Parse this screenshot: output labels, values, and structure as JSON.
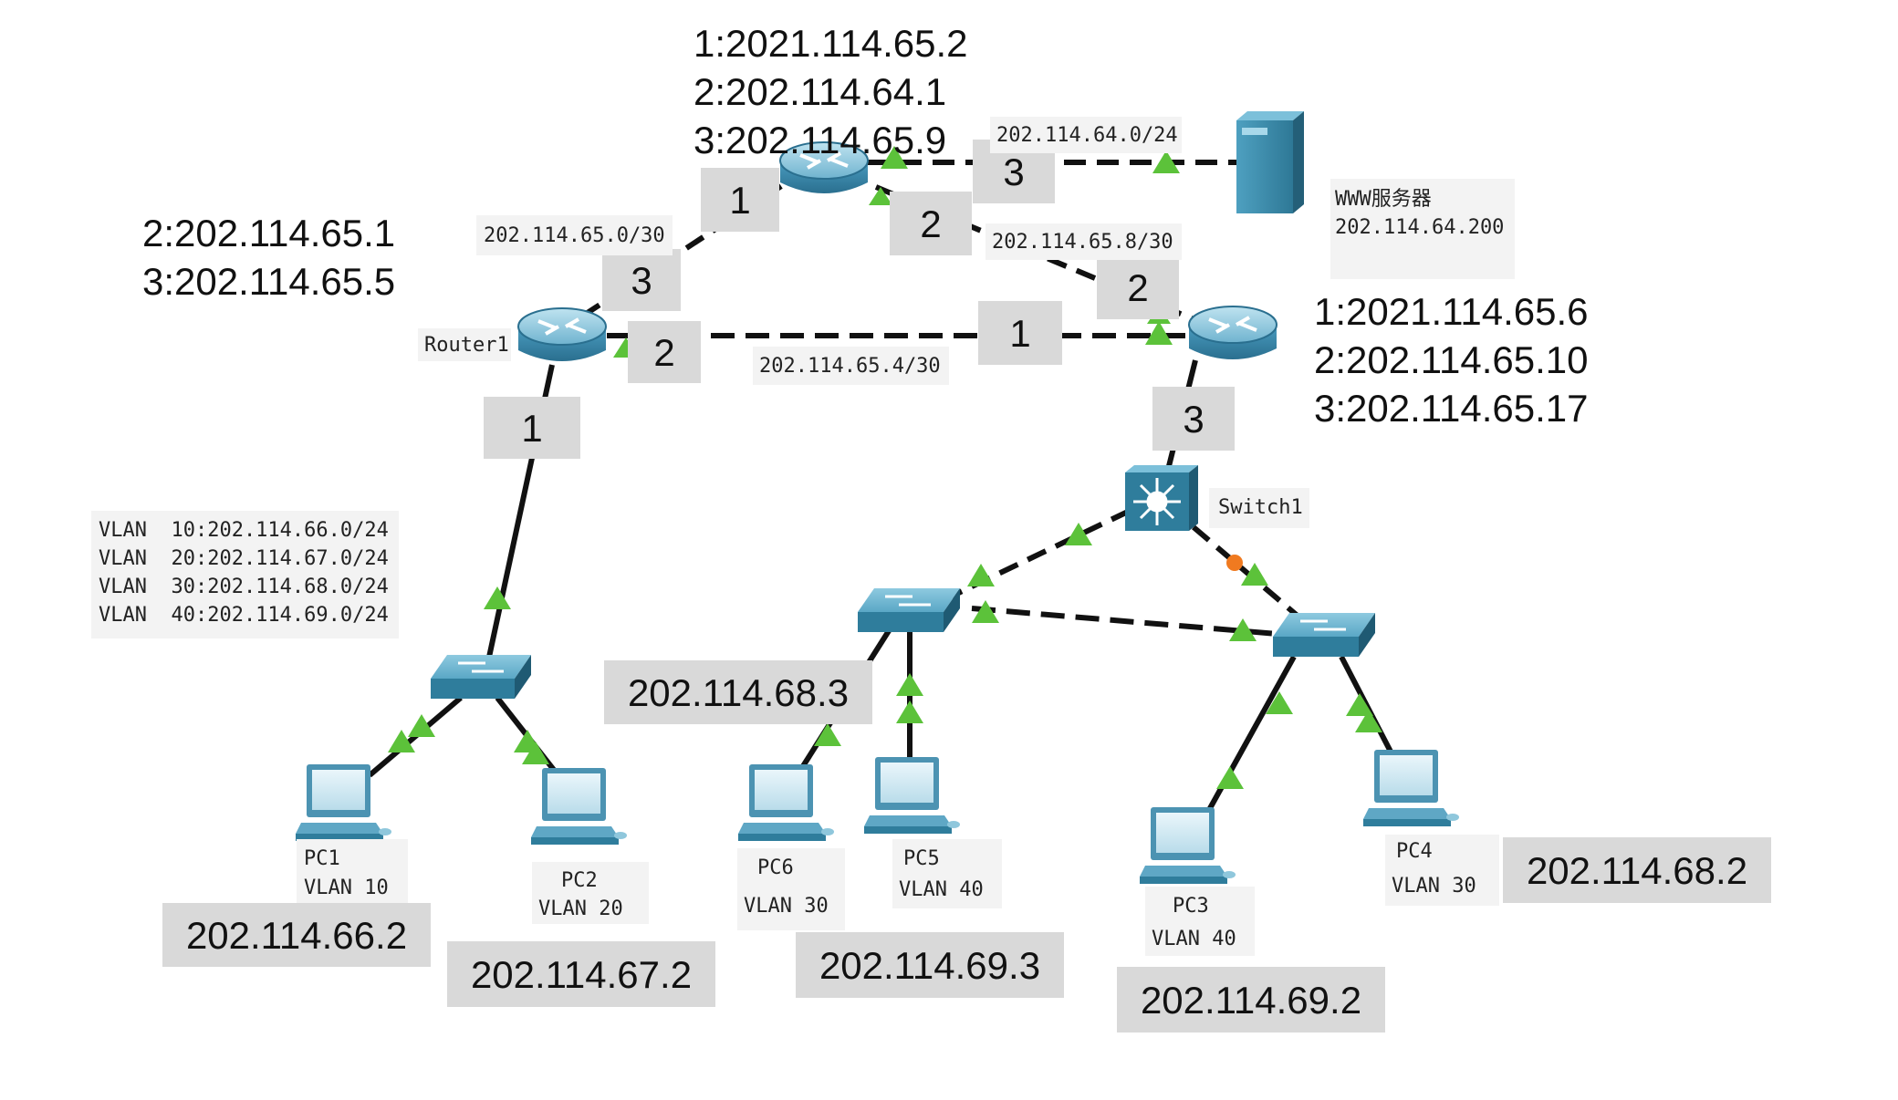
{
  "router_top": {
    "ifaces": [
      "1:2021.114.65.2",
      "2:202.114.64.1",
      "3:202.114.65.9"
    ]
  },
  "router1": {
    "name": "Router1",
    "ifaces": [
      "2:202.114.65.1",
      "3:202.114.65.5"
    ]
  },
  "router_right": {
    "ifaces": [
      "1:2021.114.65.6",
      "2:202.114.65.10",
      "3:202.114.65.17"
    ]
  },
  "switch1": {
    "name": "Switch1"
  },
  "www_server": {
    "name": "WWW服务器",
    "ip": "202.114.64.200"
  },
  "networks": {
    "top_left": "202.114.65.0/30",
    "top_right": "202.114.64.0/24",
    "mid_right": "202.114.65.8/30",
    "mid": "202.114.65.4/30"
  },
  "vlan_table": [
    "VLAN  10:202.114.66.0/24",
    "VLAN  20:202.114.67.0/24",
    "VLAN  30:202.114.68.0/24",
    "VLAN  40:202.114.69.0/24"
  ],
  "port_numbers": {
    "top_r_1": "1",
    "top_r_3": "3",
    "top_r_2": "2",
    "right_r_2": "2",
    "right_r_1": "1",
    "right_r_3": "3",
    "r1_3": "3",
    "r1_2": "2",
    "r1_1": "1"
  },
  "pcs": [
    {
      "name": "PC1",
      "vlan": "VLAN  10",
      "ip": "202.114.66.2"
    },
    {
      "name": "PC2",
      "vlan": "VLAN  20",
      "ip": "202.114.67.2"
    },
    {
      "name": "PC6",
      "vlan": "VLAN  30",
      "ip": "202.114.68.3"
    },
    {
      "name": "PC5",
      "vlan": "VLAN  40",
      "ip": "202.114.69.3"
    },
    {
      "name": "PC3",
      "vlan": "VLAN  40",
      "ip": "202.114.69.2"
    },
    {
      "name": "PC4",
      "vlan": "VLAN  30",
      "ip": "202.114.68.2"
    }
  ],
  "colors": {
    "link": "#111111",
    "link_up": "#5cc23a",
    "link_blocked": "#f07a20",
    "label_box": "#d9d9d9",
    "device": "#3a8fb0"
  }
}
